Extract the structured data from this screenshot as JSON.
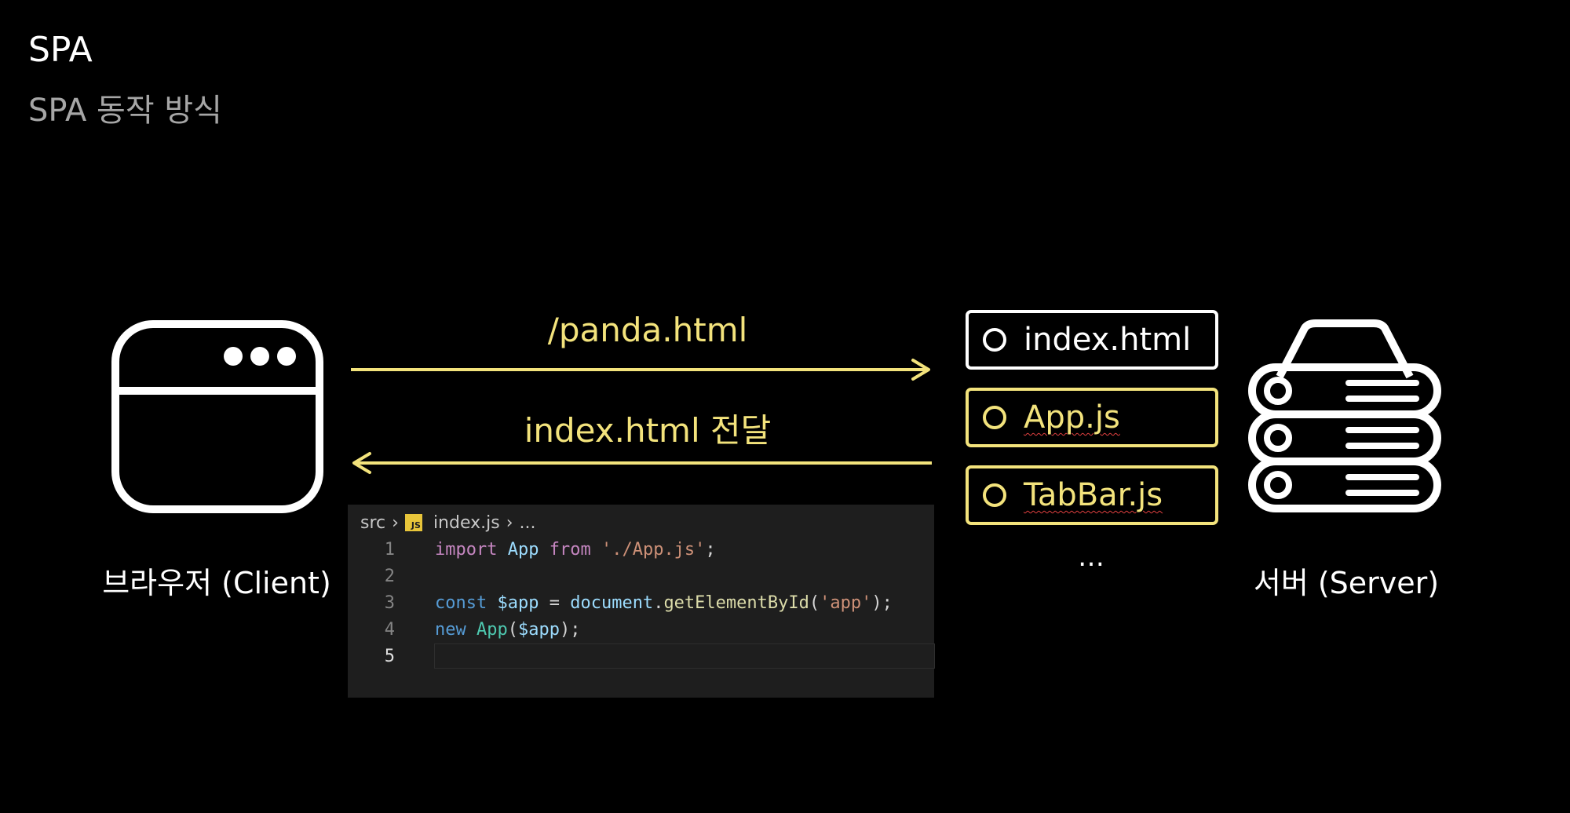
{
  "header": {
    "title": "SPA",
    "subtitle": "SPA 동작 방식"
  },
  "client": {
    "label": "브라우저 (Client)",
    "icon": "browser-window-icon"
  },
  "server": {
    "label": "서버 (Server)",
    "icon": "server-stack-icon"
  },
  "request": {
    "label": "/panda.html"
  },
  "response": {
    "label": "index.html 전달"
  },
  "files": [
    {
      "name": "index.html"
    },
    {
      "name": "App.js"
    },
    {
      "name": "TabBar.js"
    }
  ],
  "files_more": "…",
  "code": {
    "breadcrumb": {
      "folder": "src",
      "badge": "JS",
      "file": "index.js",
      "rest": "..."
    },
    "lines": [
      "1",
      "2",
      "3",
      "4",
      "5"
    ],
    "tokens": {
      "l1_import": "import",
      "l1_app": "App",
      "l1_from": "from",
      "l1_path": "'./App.js'",
      "l1_end": ";",
      "l3_const": "const",
      "l3_var": "$app",
      "l3_eq": " = ",
      "l3_doc": "document",
      "l3_dot": ".",
      "l3_fn": "getElementById",
      "l3_open": "(",
      "l3_arg": "'app'",
      "l3_close": ");",
      "l4_new": "new",
      "l4_app": "App",
      "l4_open": "(",
      "l4_var": "$app",
      "l4_close": ");"
    }
  },
  "colors": {
    "background": "#000000",
    "accent": "#f3e37c",
    "muted": "#a6a6a6",
    "code_bg": "#1e1e1e"
  }
}
